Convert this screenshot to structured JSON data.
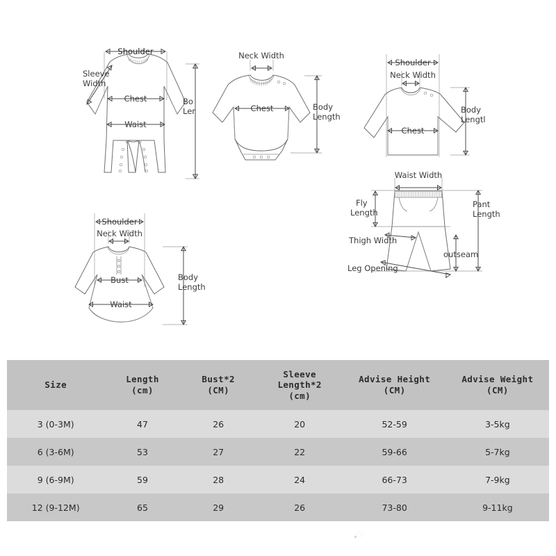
{
  "diagrams": {
    "romper": {
      "name": "baby-romper",
      "labels": {
        "shoulder": "Shoulder",
        "sleeve_width_line1": "Sleeve",
        "sleeve_width_line2": "Width",
        "chest": "Chest",
        "waist": "Waist",
        "body_length_line1": "Bo",
        "body_length_line2": "Ler"
      }
    },
    "bodysuit": {
      "name": "baby-bodysuit",
      "labels": {
        "neck_width": "Neck Width",
        "chest": "Chest",
        "body_length_line1": "Body",
        "body_length_line2": "Length"
      }
    },
    "top": {
      "name": "baby-top",
      "labels": {
        "shoulder": "Shoulder",
        "neck_width": "Neck Width",
        "chest": "Chest",
        "body_length_line1": "Body",
        "body_length_line2": "Lengtl"
      }
    },
    "pants": {
      "name": "baby-pants",
      "labels": {
        "waist_width": "Waist Width",
        "fly_length_line1": "Fly",
        "fly_length_line2": "Length",
        "pant_length_line1": "Pant",
        "pant_length_line2": "Length",
        "thigh_width": "Thigh Width",
        "outseam": "outseam",
        "leg_opening": "Leg Opening"
      }
    },
    "dress": {
      "name": "baby-dress",
      "labels": {
        "shoulder": "Shoulder",
        "neck_width": "Neck Width",
        "bust": "Bust",
        "waist": "Waist",
        "body_length_line1": "Body",
        "body_length_line2": "Length"
      }
    }
  },
  "size_table": {
    "headers": [
      {
        "line1": "Size",
        "line2": "",
        "line3": ""
      },
      {
        "line1": "Length",
        "line2": "(cm)",
        "line3": ""
      },
      {
        "line1": "Bust*2",
        "line2": "(CM)",
        "line3": ""
      },
      {
        "line1": "Sleeve",
        "line2": "Length*2",
        "line3": "(cm)"
      },
      {
        "line1": "Advise Height",
        "line2": "(CM)",
        "line3": ""
      },
      {
        "line1": "Advise Weight",
        "line2": "(CM)",
        "line3": ""
      }
    ],
    "rows": [
      {
        "size": "3 (0-3M)",
        "length": "47",
        "bust": "26",
        "sleeve": "20",
        "height": "52-59",
        "weight": "3-5kg"
      },
      {
        "size": "6 (3-6M)",
        "length": "53",
        "bust": "27",
        "sleeve": "22",
        "height": "59-66",
        "weight": "5-7kg"
      },
      {
        "size": "9 (6-9M)",
        "length": "59",
        "bust": "28",
        "sleeve": "24",
        "height": "66-73",
        "weight": "7-9kg"
      },
      {
        "size": "12 (9-12M)",
        "length": "65",
        "bust": "29",
        "sleeve": "26",
        "height": "73-80",
        "weight": "9-11kg"
      }
    ]
  },
  "colors": {
    "page_background": "#ffffff",
    "header_background": "#c2c2c2",
    "row_light": "#dcdcdc",
    "row_dark": "#c8c8c8",
    "line": "#6e6e6e",
    "text": "#2b2b2b"
  }
}
